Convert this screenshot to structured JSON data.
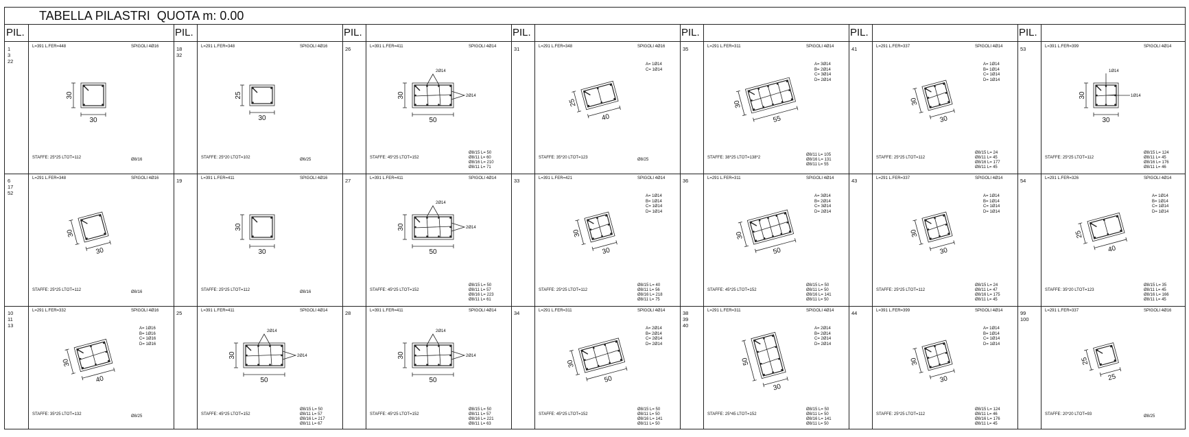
{
  "title": "TABELLA PILASTRI  QUOTA m: 0.00",
  "pil_header": "PIL.",
  "rows": [
    [
      {
        "pil": [
          "1",
          "3",
          "22"
        ],
        "lfer": "L=391 L.FER=448",
        "spigoli": "SPIGOLI 4Ø16",
        "dim_v": "30",
        "dim_h": "30",
        "w": 30,
        "h": 30,
        "type": "simple",
        "bars": [],
        "callouts": [],
        "staffe": "STAFFE: 25*25 LTOT=112",
        "stirrups": [
          "Ø8/16"
        ]
      },
      {
        "pil": [
          "18",
          "32"
        ],
        "lfer": "L=291 L.FER=348",
        "spigoli": "SPIGOLI 4Ø16",
        "dim_v": "25",
        "dim_h": "30",
        "w": 30,
        "h": 25,
        "type": "simple",
        "bars": [],
        "callouts": [],
        "staffe": "STAFFE: 25*20 LTOT=102",
        "stirrups": [
          "Ø6/25"
        ]
      },
      {
        "pil": [
          "26"
        ],
        "lfer": "L=391 L.FER=411",
        "spigoli": "SPIGOLI 4Ø14",
        "dim_v": "30",
        "dim_h": "50",
        "w": 50,
        "h": 30,
        "type": "callout",
        "bars": [],
        "callouts": [
          "2Ø14",
          "2Ø14"
        ],
        "staffe": "STAFFE: 45*25 LTOT=152",
        "stirrups": [
          "Ø8/15 L= 50",
          "Ø8/11 L= 60",
          "Ø8/16 L= 210",
          "Ø8/11 L= 71"
        ]
      },
      {
        "pil": [
          "31"
        ],
        "lfer": "L=291 L.FER=348",
        "spigoli": "SPIGOLI 4Ø16",
        "dim_v": "25",
        "dim_h": "40",
        "w": 40,
        "h": 25,
        "type": "grid2x1",
        "bars": [
          "A= 1Ø14",
          "C= 1Ø14"
        ],
        "callouts": [],
        "staffe": "STAFFE: 35*20 LTOT=123",
        "stirrups": [
          "Ø8/25"
        ]
      },
      {
        "pil": [
          "35"
        ],
        "lfer": "L=291 L.FER=311",
        "spigoli": "SPIGOLI 4Ø14",
        "dim_v": "30",
        "dim_h": "55",
        "w": 55,
        "h": 30,
        "type": "grid4x2",
        "bars": [
          "A= 3Ø14",
          "B= 2Ø14",
          "C= 3Ø14",
          "D= 2Ø14"
        ],
        "callouts": [],
        "staffe": "STAFFE: 38*25 LTOT=138*2",
        "stirrups": [
          "Ø8/11 L= 105",
          "Ø8/16 L= 131",
          "Ø8/11 L= 55"
        ]
      },
      {
        "pil": [
          "41"
        ],
        "lfer": "L=291 L.FER=337",
        "spigoli": "SPIGOLI 4Ø14",
        "dim_v": "30",
        "dim_h": "30",
        "w": 30,
        "h": 30,
        "type": "grid2x2",
        "bars": [
          "A= 1Ø14",
          "B= 1Ø14",
          "C= 1Ø14",
          "D= 1Ø14"
        ],
        "callouts": [],
        "staffe": "STAFFE: 25*25 LTOT=112",
        "stirrups": [
          "Ø8/15 L= 24",
          "Ø8/11 L= 45",
          "Ø8/16 L= 177",
          "Ø8/11 L= 45"
        ]
      },
      {
        "pil": [
          "53"
        ],
        "lfer": "L=391 L.FER=399",
        "spigoli": "SPIGOLI 4Ø14",
        "dim_v": "30",
        "dim_h": "30",
        "w": 30,
        "h": 30,
        "type": "cross",
        "bars": [],
        "callouts": [
          "1Ø14",
          "1Ø14"
        ],
        "staffe": "STAFFE: 25*25 LTOT=112",
        "stirrups": [
          "Ø8/15 L= 124",
          "Ø8/11 L= 45",
          "Ø8/16 L= 176",
          "Ø8/11 L= 46"
        ]
      }
    ],
    [
      {
        "pil": [
          "6",
          "17",
          "52"
        ],
        "lfer": "L=291 L.FER=348",
        "spigoli": "SPIGOLI 4Ø16",
        "dim_v": "30",
        "dim_h": "30",
        "w": 30,
        "h": 30,
        "type": "simple",
        "bars": [],
        "callouts": [],
        "staffe": "STAFFE: 25*25 LTOT=112",
        "stirrups": [
          "Ø8/16"
        ]
      },
      {
        "pil": [
          "19"
        ],
        "lfer": "L=391 L.FER=411",
        "spigoli": "SPIGOLI 4Ø16",
        "dim_v": "30",
        "dim_h": "30",
        "w": 30,
        "h": 30,
        "type": "simple",
        "bars": [],
        "callouts": [],
        "staffe": "STAFFE: 25*25 LTOT=112",
        "stirrups": [
          "Ø8/16"
        ]
      },
      {
        "pil": [
          "27"
        ],
        "lfer": "L=391 L.FER=411",
        "spigoli": "SPIGOLI 4Ø14",
        "dim_v": "30",
        "dim_h": "50",
        "w": 50,
        "h": 30,
        "type": "callout",
        "bars": [],
        "callouts": [
          "2Ø14",
          "2Ø14"
        ],
        "staffe": "STAFFE: 45*25 LTOT=152",
        "stirrups": [
          "Ø8/15 L= 50",
          "Ø8/11 L= 57",
          "Ø8/16 L= 223",
          "Ø8/11 L= 61"
        ]
      },
      {
        "pil": [
          "33"
        ],
        "lfer": "L=391 L.FER=421",
        "spigoli": "SPIGOLI 4Ø14",
        "dim_v": "30",
        "dim_h": "30",
        "w": 30,
        "h": 30,
        "type": "grid2x2",
        "bars": [
          "A= 1Ø14",
          "B= 1Ø14",
          "C= 1Ø14",
          "D= 1Ø14"
        ],
        "callouts": [],
        "staffe": "STAFFE: 25*25 LTOT=112",
        "stirrups": [
          "Ø8/15 L= 40",
          "Ø8/11 L= 56",
          "Ø8/16 L= 218",
          "Ø8/11 L= 75"
        ]
      },
      {
        "pil": [
          "36"
        ],
        "lfer": "L=291 L.FER=311",
        "spigoli": "SPIGOLI 4Ø14",
        "dim_v": "30",
        "dim_h": "50",
        "w": 50,
        "h": 30,
        "type": "grid4x2",
        "bars": [
          "A= 3Ø14",
          "B= 2Ø14",
          "C= 3Ø14",
          "D= 2Ø14"
        ],
        "callouts": [],
        "staffe": "STAFFE: 45*25 LTOT=152",
        "stirrups": [
          "Ø8/15 L= 50",
          "Ø8/11 L= 50",
          "Ø8/16 L= 141",
          "Ø8/11 L= 50"
        ]
      },
      {
        "pil": [
          "43"
        ],
        "lfer": "L=291 L.FER=337",
        "spigoli": "SPIGOLI 4Ø14",
        "dim_v": "30",
        "dim_h": "30",
        "w": 30,
        "h": 30,
        "type": "grid2x2",
        "bars": [
          "A= 1Ø14",
          "B= 1Ø14",
          "C= 1Ø14",
          "D= 1Ø14"
        ],
        "callouts": [],
        "staffe": "STAFFE: 25*25 LTOT=112",
        "stirrups": [
          "Ø8/15 L= 24",
          "Ø8/11 L= 47",
          "Ø8/16 L= 175",
          "Ø8/11 L= 45"
        ]
      },
      {
        "pil": [
          "54"
        ],
        "lfer": "L=291 L.FER=326",
        "spigoli": "SPIGOLI 4Ø14",
        "dim_v": "25",
        "dim_h": "40",
        "w": 40,
        "h": 25,
        "type": "grid2x1",
        "bars": [
          "A= 1Ø14",
          "B= 1Ø14",
          "C= 1Ø14",
          "D= 1Ø14"
        ],
        "callouts": [],
        "staffe": "STAFFE: 35*20 LTOT=123",
        "stirrups": [
          "Ø8/15 L= 35",
          "Ø8/11 L= 45",
          "Ø8/16 L= 166",
          "Ø8/11 L= 45"
        ]
      }
    ],
    [
      {
        "pil": [
          "10",
          "11",
          "13"
        ],
        "lfer": "L=291 L.FER=332",
        "spigoli": "SPIGOLI 4Ø16",
        "dim_v": "30",
        "dim_h": "40",
        "w": 40,
        "h": 30,
        "type": "grid2x2",
        "bars": [
          "A= 1Ø16",
          "B= 1Ø16",
          "C= 1Ø16",
          "D= 1Ø16"
        ],
        "callouts": [],
        "staffe": "STAFFE: 35*25 LTOT=132",
        "stirrups": [
          "Ø8/25"
        ]
      },
      {
        "pil": [
          "25"
        ],
        "lfer": "L=391 L.FER=411",
        "spigoli": "SPIGOLI 4Ø14",
        "dim_v": "30",
        "dim_h": "50",
        "w": 50,
        "h": 30,
        "type": "callout",
        "bars": [],
        "callouts": [
          "2Ø14",
          "2Ø14"
        ],
        "staffe": "STAFFE: 45*25 LTOT=152",
        "stirrups": [
          "Ø8/15 L= 50",
          "Ø8/11 L= 57",
          "Ø8/16 L= 217",
          "Ø8/11 L= 67"
        ]
      },
      {
        "pil": [
          "28"
        ],
        "lfer": "L=391 L.FER=411",
        "spigoli": "SPIGOLI 4Ø14",
        "dim_v": "30",
        "dim_h": "50",
        "w": 50,
        "h": 30,
        "type": "callout",
        "bars": [],
        "callouts": [
          "2Ø14",
          "2Ø14"
        ],
        "staffe": "STAFFE: 45*25 LTOT=152",
        "stirrups": [
          "Ø8/15 L= 50",
          "Ø8/11 L= 57",
          "Ø8/16 L= 221",
          "Ø8/11 L= 63"
        ]
      },
      {
        "pil": [
          "34"
        ],
        "lfer": "L=291 L.FER=311",
        "spigoli": "SPIGOLI 4Ø14",
        "dim_v": "30",
        "dim_h": "50",
        "w": 50,
        "h": 30,
        "type": "grid3x2",
        "bars": [
          "A= 2Ø14",
          "B= 2Ø14",
          "C= 2Ø14",
          "D= 2Ø14"
        ],
        "callouts": [],
        "staffe": "STAFFE: 45*25 LTOT=152",
        "stirrups": [
          "Ø8/15 L= 50",
          "Ø8/11 L= 50",
          "Ø8/16 L= 141",
          "Ø8/11 L= 50"
        ]
      },
      {
        "pil": [
          "38",
          "39",
          "40"
        ],
        "lfer": "L=291 L.FER=311",
        "spigoli": "SPIGOLI 4Ø14",
        "dim_v": "50",
        "dim_h": "30",
        "w": 30,
        "h": 50,
        "type": "grid2x3",
        "bars": [
          "A= 2Ø14",
          "B= 2Ø14",
          "C= 2Ø14",
          "D= 2Ø14"
        ],
        "callouts": [],
        "staffe": "STAFFE: 25*45 LTOT=152",
        "stirrups": [
          "Ø8/15 L= 50",
          "Ø8/11 L= 50",
          "Ø8/16 L= 141",
          "Ø8/11 L= 50"
        ]
      },
      {
        "pil": [
          "44"
        ],
        "lfer": "L=391 L.FER=399",
        "spigoli": "SPIGOLI 4Ø14",
        "dim_v": "30",
        "dim_h": "30",
        "w": 30,
        "h": 30,
        "type": "grid2x2",
        "bars": [
          "A= 1Ø14",
          "B= 1Ø14",
          "C= 1Ø14",
          "D= 1Ø14"
        ],
        "callouts": [],
        "staffe": "STAFFE: 25*25 LTOT=112",
        "stirrups": [
          "Ø8/15 L= 124",
          "Ø8/11 L= 46",
          "Ø8/16 L= 176",
          "Ø8/11 L= 45"
        ]
      },
      {
        "pil": [
          "99",
          "100"
        ],
        "lfer": "L=291 L.FER=337",
        "spigoli": "SPIGOLI 4Ø16",
        "dim_v": "25",
        "dim_h": "25",
        "w": 25,
        "h": 25,
        "type": "simple",
        "bars": [],
        "callouts": [],
        "staffe": "STAFFE: 20*20 LTOT=93",
        "stirrups": [
          "Ø8/25"
        ]
      }
    ]
  ]
}
